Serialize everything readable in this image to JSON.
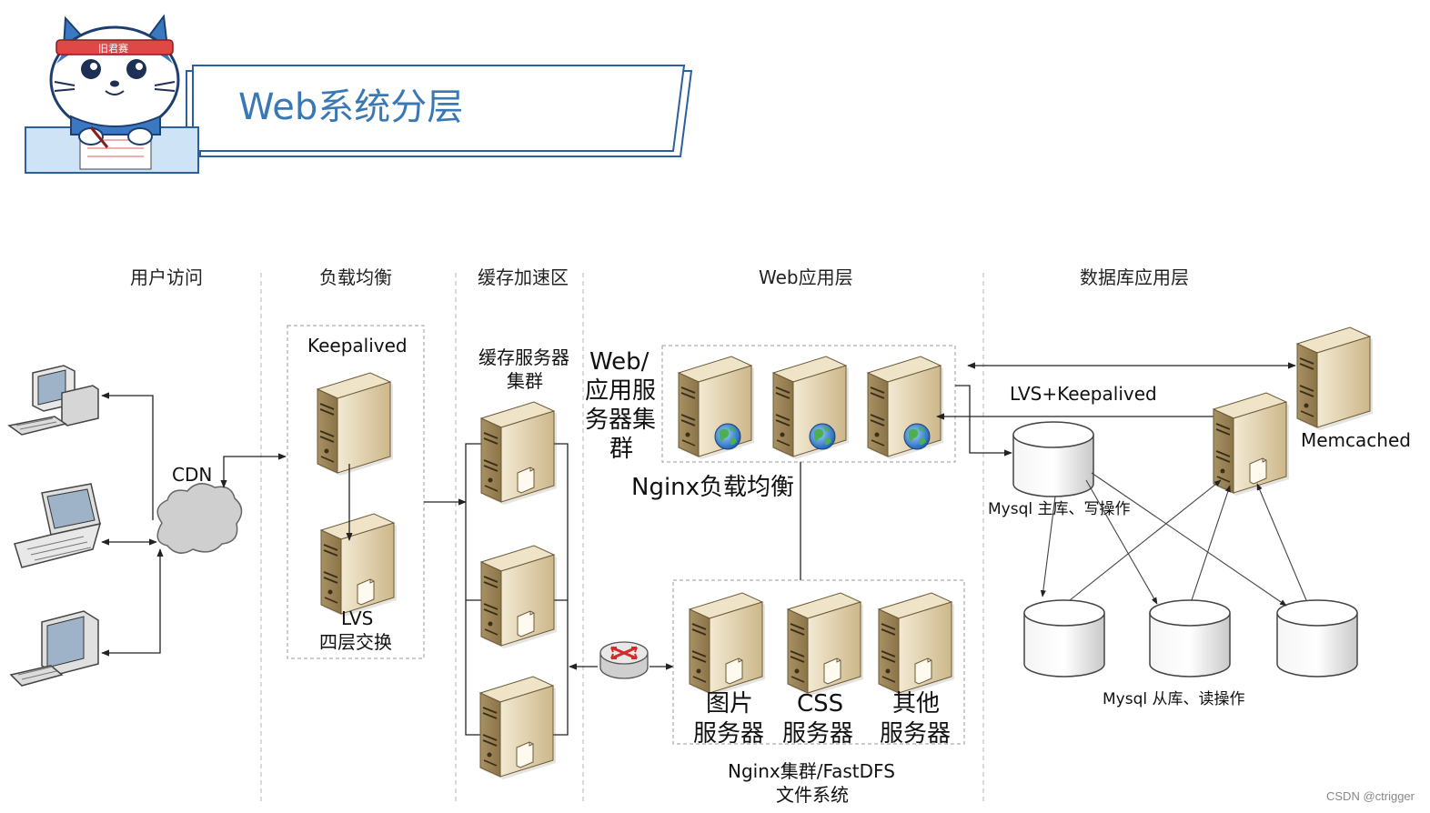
{
  "header": {
    "title": "Web系统分层",
    "mascot_headband": "旧君赛"
  },
  "columns": {
    "user_access": "用户访问",
    "load_balance": "负载均衡",
    "cache_zone": "缓存加速区",
    "web_layer": "Web应用层",
    "db_layer": "数据库应用层"
  },
  "nodes": {
    "cdn": "CDN",
    "keepalived": "Keepalived",
    "lvs_line1": "LVS",
    "lvs_line2": "四层交换",
    "cache_cluster_line1": "缓存服务器",
    "cache_cluster_line2": "集群",
    "web_cluster_line1": "Web/",
    "web_cluster_line2": "应用服",
    "web_cluster_line3": "务器集",
    "web_cluster_line4": "群",
    "nginx_lb": "Nginx负载均衡",
    "img_server_line1": "图片",
    "img_server_line2": "服务器",
    "css_server_line1": "CSS",
    "css_server_line2": "服务器",
    "other_server_line1": "其他",
    "other_server_line2": "服务器",
    "nginx_fastdfs_line1": "Nginx集群/FastDFS",
    "nginx_fastdfs_line2": "文件系统",
    "lvs_keepalived": "LVS+Keepalived",
    "memcached": "Memcached",
    "mysql_master": "Mysql  主库、写操作",
    "mysql_slave": "Mysql  从库、读操作"
  },
  "watermark": "CSDN @ctrigger",
  "colors": {
    "title_blue": "#3a78b4",
    "server_tan": "#d9c49a",
    "frame_blue": "#2c5f9e"
  }
}
